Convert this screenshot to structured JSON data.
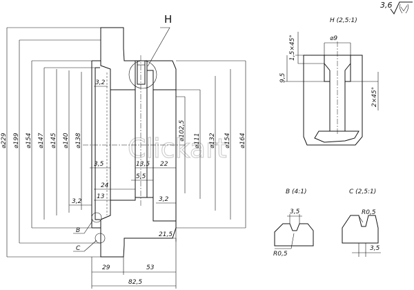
{
  "drawing": {
    "surface_finish": "3,6",
    "section_label": "H",
    "detail_views": {
      "h": "H (2,5:1)",
      "b": "B (4:1)",
      "c": "C (2,5:1)"
    },
    "leader_labels": {
      "b": "B",
      "c": "C"
    },
    "watermark": "Clickart",
    "main_dims": {
      "d229": "⌀229",
      "d199": "⌀199",
      "d154": "⌀154",
      "d147": "⌀147",
      "d145": "⌀145",
      "d140": "⌀140",
      "d138": "⌀138",
      "d102_5": "⌀102,5",
      "d111": "⌀111",
      "d132": "⌀132",
      "d154r": "⌀154",
      "d164": "⌀164",
      "r3_2a": "3,2",
      "r3_2b": "3,2",
      "r3_2c": "3,2",
      "l3_5": "3,5",
      "l13_5": "13,5",
      "l22": "22",
      "l5_5": "5,5",
      "l24": "24",
      "l13": "13",
      "l21_5": "21,5",
      "l29": "29",
      "l53": "53",
      "l82_5": "82,5"
    },
    "h_dims": {
      "d9": "⌀9",
      "c1_5": "1,5×45°",
      "h9_5": "9,5",
      "c2": "2×45°"
    },
    "b_dims": {
      "w3_5": "3,5",
      "r0_5": "R0,5"
    },
    "c_dims": {
      "r0_5": "R0,5",
      "w3_5": "3,5"
    }
  }
}
